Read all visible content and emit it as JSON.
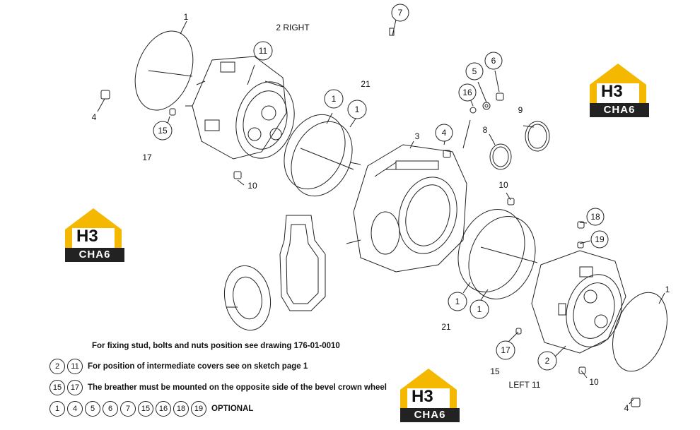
{
  "callouts": [
    {
      "id": "c1a",
      "num": "1"
    },
    {
      "id": "c2right",
      "num": "2 RIGHT"
    },
    {
      "id": "c11a",
      "num": "11"
    },
    {
      "id": "c4a",
      "num": "4"
    },
    {
      "id": "c15a",
      "num": "15"
    },
    {
      "id": "c17a",
      "num": "17"
    },
    {
      "id": "c10a",
      "num": "10"
    },
    {
      "id": "c7",
      "num": "7"
    },
    {
      "id": "c1b",
      "num": "1"
    },
    {
      "id": "c21a",
      "num": "21"
    },
    {
      "id": "c1c",
      "num": "1"
    },
    {
      "id": "c16",
      "num": "16"
    },
    {
      "id": "c5",
      "num": "5"
    },
    {
      "id": "c6",
      "num": "6"
    },
    {
      "id": "c3",
      "num": "3"
    },
    {
      "id": "c4b",
      "num": "4"
    },
    {
      "id": "c8",
      "num": "8"
    },
    {
      "id": "c9",
      "num": "9"
    },
    {
      "id": "c10b",
      "num": "10"
    },
    {
      "id": "c18",
      "num": "18"
    },
    {
      "id": "c19",
      "num": "19"
    },
    {
      "id": "c1d",
      "num": "1"
    },
    {
      "id": "c1e",
      "num": "1"
    },
    {
      "id": "c21b",
      "num": "21"
    },
    {
      "id": "c1f",
      "num": "1"
    },
    {
      "id": "c17b",
      "num": "17"
    },
    {
      "id": "c15b",
      "num": "15"
    },
    {
      "id": "c2",
      "num": "2"
    },
    {
      "id": "cleft11",
      "num": "LEFT 11"
    },
    {
      "id": "c10c",
      "num": "10"
    },
    {
      "id": "c4c",
      "num": "4"
    }
  ],
  "notes": {
    "line1": "For fixing stud, bolts and nuts position see drawing 176-01-0010",
    "line2_circles": [
      "2",
      "11"
    ],
    "line2": "For position of intermediate covers see on sketch page 1",
    "line3_circles": [
      "15",
      "17"
    ],
    "line3": "The breather must be mounted on the opposite side of the bevel crown wheel",
    "line4_circles": [
      "1",
      "4",
      "5",
      "6",
      "7",
      "15",
      "16",
      "18",
      "19"
    ],
    "line4": "OPTIONAL"
  },
  "watermark": {
    "text": "CHA6",
    "mark": "H3",
    "accent": "#f5b800"
  }
}
